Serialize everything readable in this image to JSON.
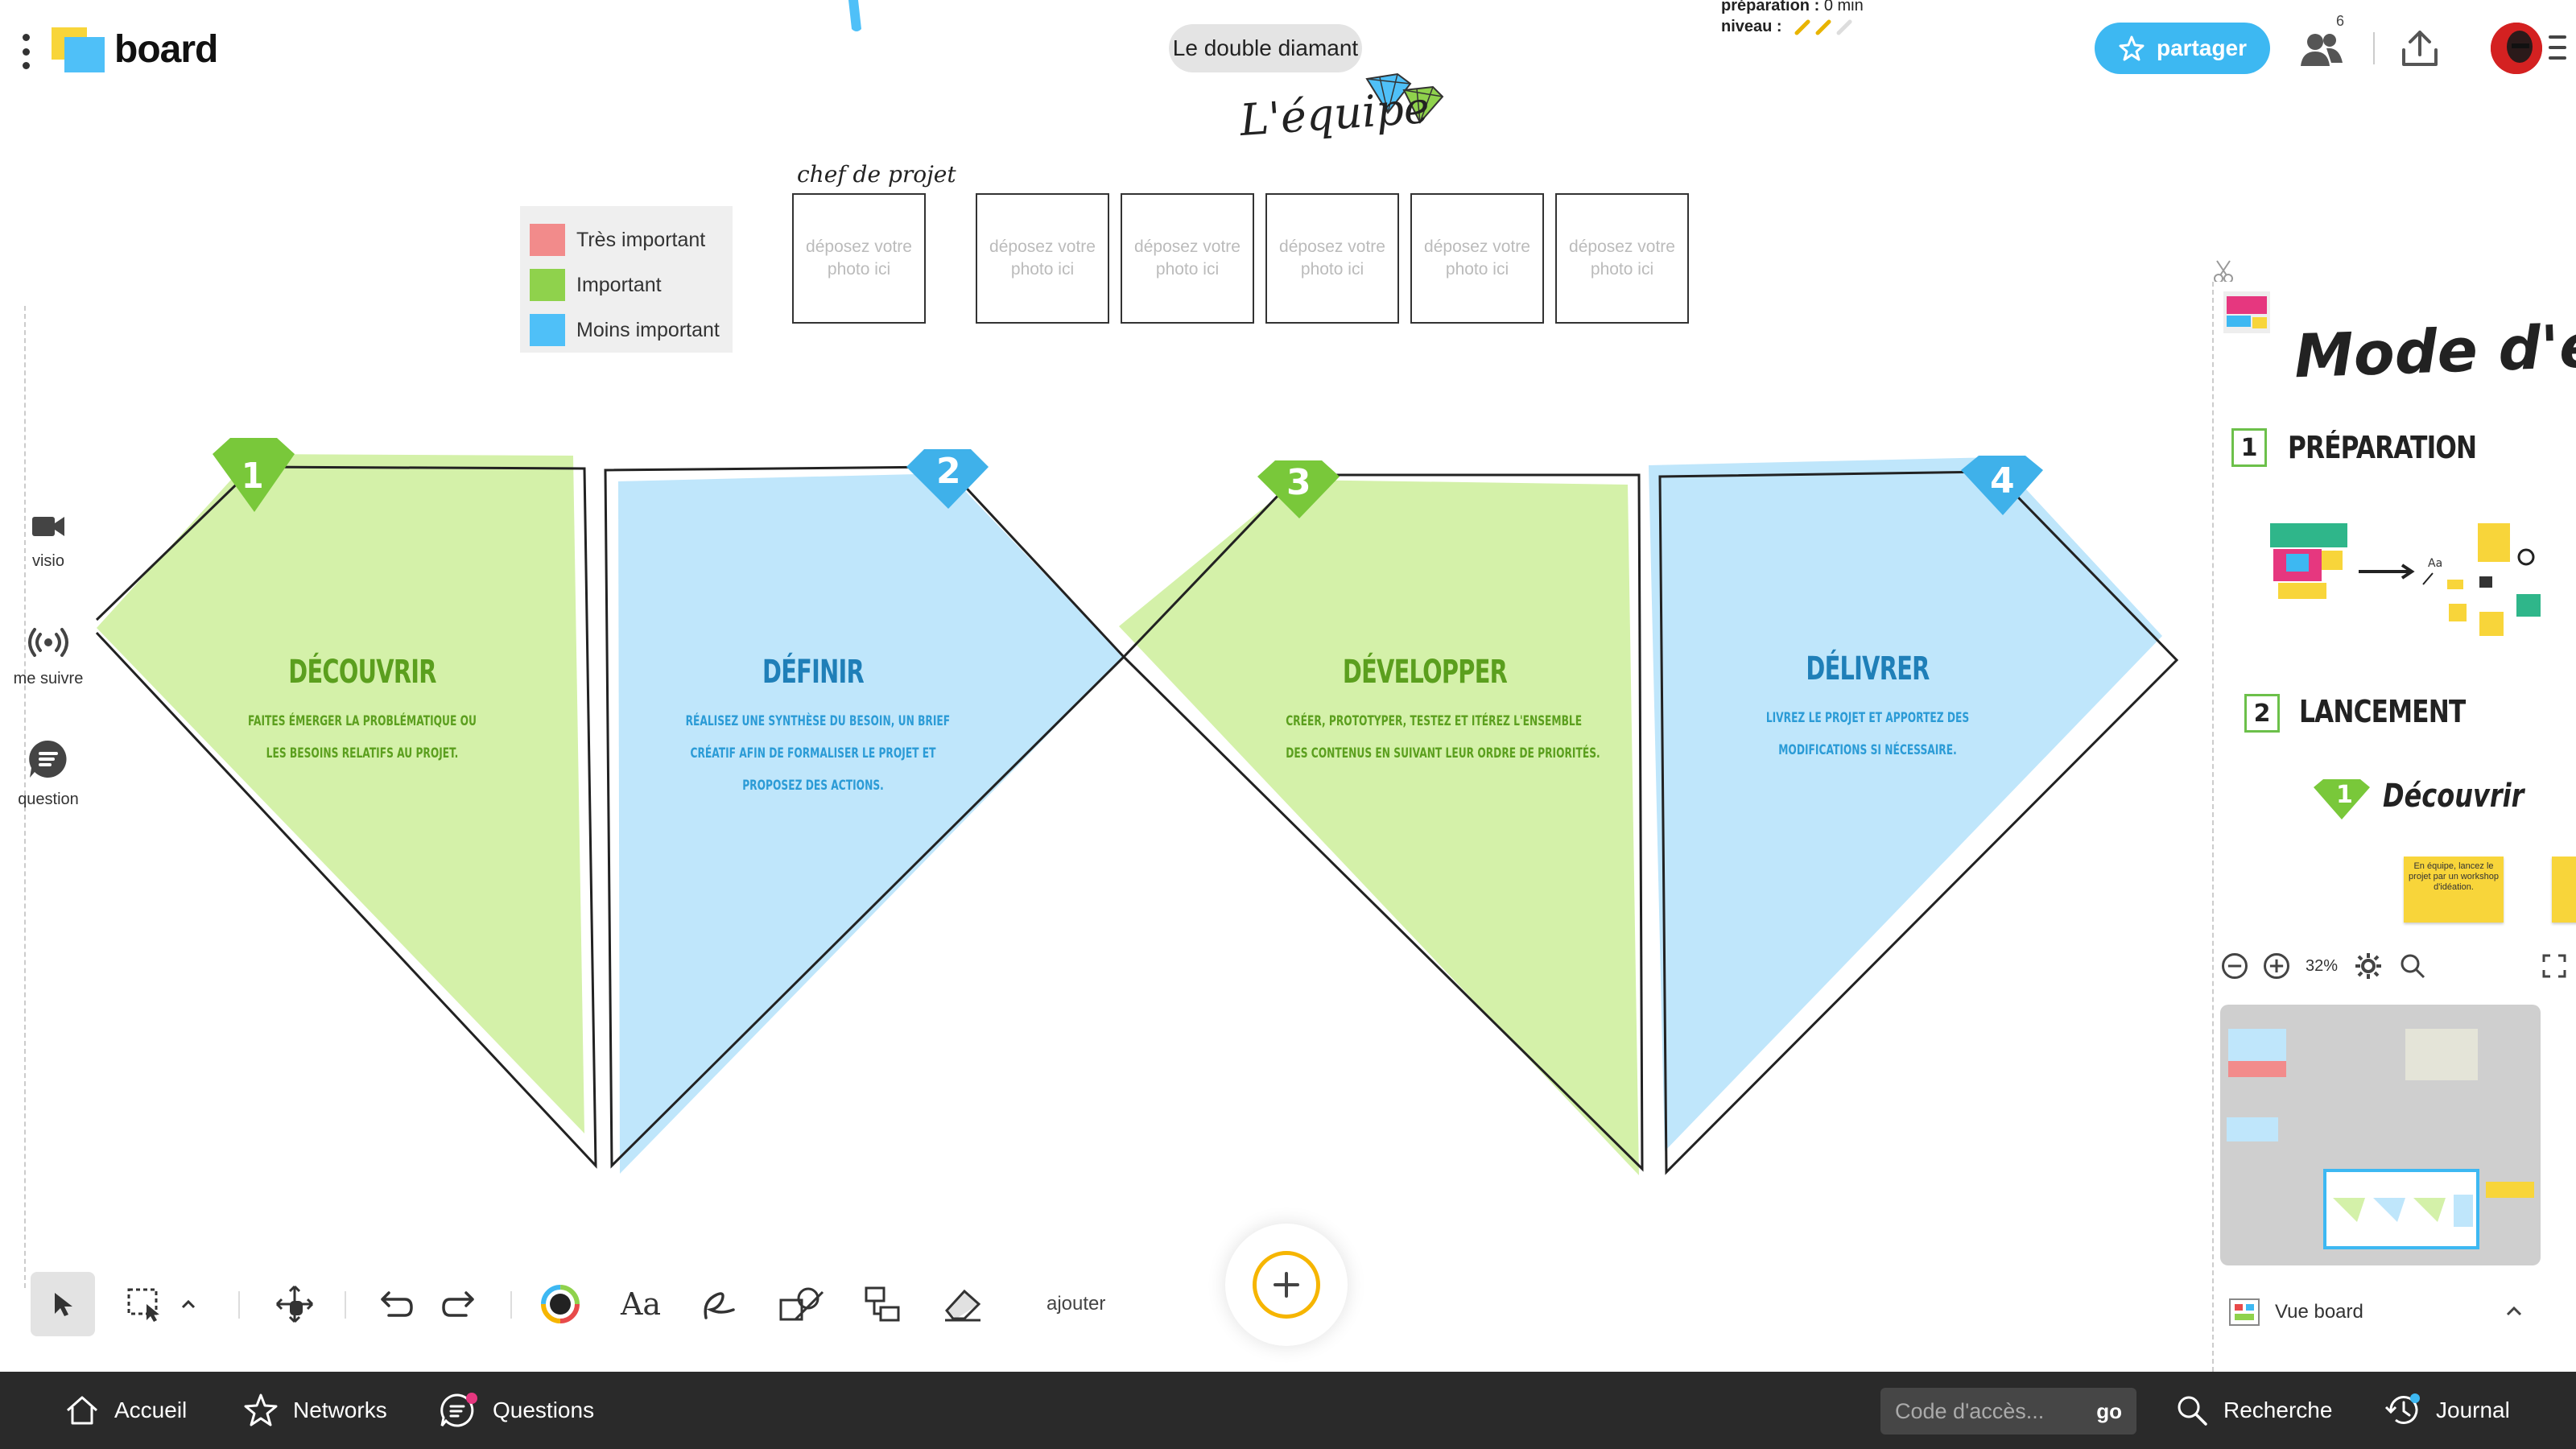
{
  "header": {
    "logo_text": "board",
    "board_title": "Le double diamant",
    "preparation_label": "préparation :",
    "preparation_value": "0 min",
    "level_label": "niveau :",
    "share_label": "partager",
    "users_count": "6"
  },
  "team": {
    "title": "L'équipe",
    "chef_label": "chef de projet",
    "photo_placeholder": "déposez votre photo ici"
  },
  "legend": [
    {
      "label": "Très important",
      "color": "#f28b8b"
    },
    {
      "label": "Important",
      "color": "#8fd24c"
    },
    {
      "label": "Moins important",
      "color": "#4fc0f8"
    }
  ],
  "phases": [
    {
      "num": "1",
      "title": "DÉCOUVRIR",
      "line1": "FAITES ÉMERGER LA PROBLÉMATIQUE OU",
      "line2": "LES BESOINS RELATIFS AU PROJET.",
      "line3": "",
      "color": "#d4f1a9",
      "ink": "#5b9f1e"
    },
    {
      "num": "2",
      "title": "DÉFINIR",
      "line1": "RÉALISEZ UNE SYNTHÈSE DU BESOIN, UN BRIEF",
      "line2": "CRÉATIF AFIN DE FORMALISER LE PROJET ET",
      "line3": "PROPOSEZ DES ACTIONS.",
      "color": "#bfe6fb",
      "ink": "#2b9bd6"
    },
    {
      "num": "3",
      "title": "DÉVELOPPER",
      "line1": "CRÉER, PROTOTYPER, TESTEZ ET ITÉREZ L'ENSEMBLE",
      "line2": "DES CONTENUS EN SUIVANT LEUR ORDRE DE PRIORITÉS.",
      "line3": "",
      "color": "#d4f1a9",
      "ink": "#5b9f1e"
    },
    {
      "num": "4",
      "title": "DÉLIVRER",
      "line1": "LIVREZ LE PROJET ET APPORTEZ DES",
      "line2": "MODIFICATIONS SI NÉCESSAIRE.",
      "line3": "",
      "color": "#bfe6fb",
      "ink": "#2b9bd6"
    }
  ],
  "side_tools": [
    {
      "label": "visio",
      "icon": "video-icon"
    },
    {
      "label": "me suivre",
      "icon": "broadcast-icon"
    },
    {
      "label": "question",
      "icon": "question-icon"
    }
  ],
  "toolbar": {
    "add_label": "ajouter",
    "font_tool": "Aa"
  },
  "panel": {
    "title": "Mode d'emplo",
    "step1_num": "1",
    "step1_title": "PRÉPARATION",
    "step2_num": "2",
    "step2_title": "LANCEMENT",
    "decouvrir": "Découvrir",
    "diamond_num": "1",
    "sticky_text": "En équipe, lancez le projet par un workshop d'idéation.",
    "zoom": "32%",
    "vue_board": "Vue board"
  },
  "bottom_nav": {
    "accueil": "Accueil",
    "networks": "Networks",
    "questions": "Questions",
    "access_placeholder": "Code d'accès...",
    "go": "go",
    "recherche": "Recherche",
    "journal": "Journal"
  }
}
